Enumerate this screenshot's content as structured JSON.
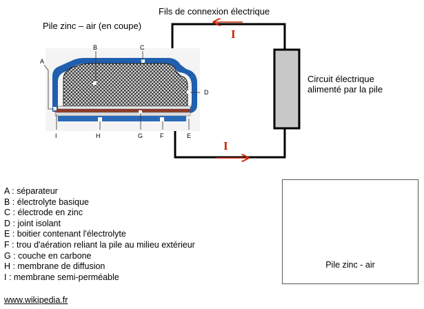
{
  "title_wires": "Fils de connexion électrique",
  "title_cell": "Pile zinc – air (en coupe)",
  "current_label": "I",
  "circuit_label_line1": "Circuit électrique",
  "circuit_label_line2": "alimenté par la pile",
  "diagram_letters": {
    "A": "A",
    "B": "B",
    "C": "C",
    "D": "D",
    "E": "E",
    "F": "F",
    "G": "G",
    "H": "H",
    "I": "I"
  },
  "legend": [
    "A : séparateur",
    "B : électrolyte basique",
    "C : électrode en zinc",
    "D : joint isolant",
    "E : boitier contenant l'électrolyte",
    "F : trou d'aération reliant la pile au milieu extérieur",
    "G : couche en carbone",
    "H : membrane de diffusion",
    "I  : membrane semi-perméable"
  ],
  "photo_caption": "Pile zinc - air",
  "source_link": "www.wikipedia.fr",
  "colors": {
    "wire": "#000000",
    "arrow": "#cc2200",
    "casing": "#1f5fae",
    "carbon_layer": "#8b3a2a",
    "resistor_fill": "#c8c8c8"
  }
}
